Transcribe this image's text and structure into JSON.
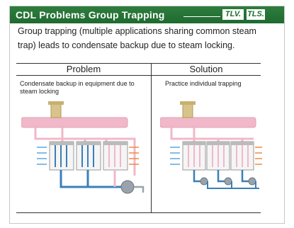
{
  "header": {
    "title": "CDL Problems  Group Trapping",
    "logo_tlv": "TLV.",
    "logo_tls": "TLS."
  },
  "intro": "Group trapping (multiple applications sharing common steam trap) leads to condensate backup due to steam locking.",
  "table": {
    "headers": [
      "Problem",
      "Solution"
    ],
    "problem_text": "Condensate backup in equipment due to steam locking",
    "solution_text": "Practice individual trapping"
  },
  "colors": {
    "header_green": "#1f6a30",
    "steam_pipe": "#f0b8c8",
    "condensate": "#3a7fb8",
    "valve": "#d8c48a",
    "trap": "#9aa3ab"
  }
}
